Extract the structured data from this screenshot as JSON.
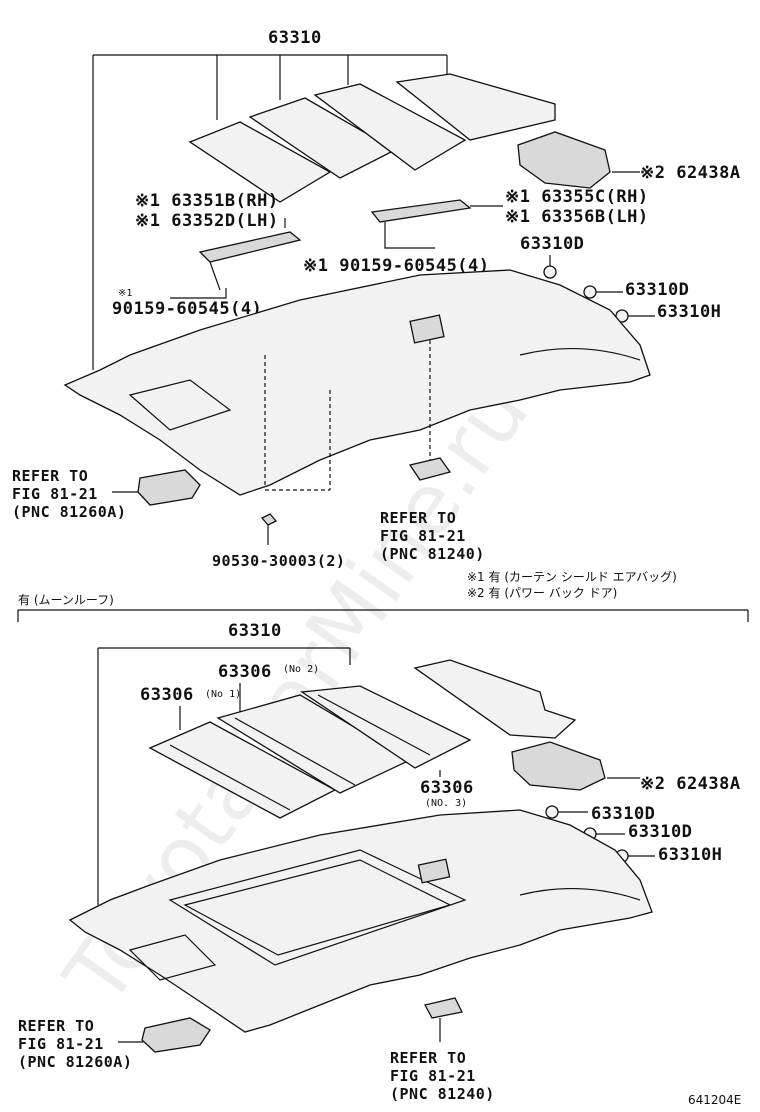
{
  "watermark": "ToyotaCarMine.ru",
  "top_section": {
    "callout_63310": "63310",
    "callout_62438A": "※2 62438A",
    "callout_63351B": "※1 63351B(RH)",
    "callout_63352D": "※1 63352D(LH)",
    "callout_63355C": "※1 63355C(RH)",
    "callout_63356B": "※1 63356B(LH)",
    "callout_63310D_a": "63310D",
    "callout_63310D_b": "63310D",
    "callout_63310H": "63310H",
    "callout_90159_right": "※1 90159-60545(4)",
    "callout_90159_left_note": "※1",
    "callout_90159_left": "90159-60545(4)",
    "refer_left": [
      "REFER TO",
      "FIG 81-21",
      "(PNC 81260A)"
    ],
    "refer_center": [
      "REFER TO",
      "FIG 81-21",
      "(PNC 81240)"
    ],
    "callout_90530": "90530-30003(2)",
    "note_1": "※1 有 (カーテン シールド エアバッグ)",
    "note_2": "※2 有 (パワー バック ドア)"
  },
  "section_divider_label": "有 (ムーンルーフ)",
  "bottom_section": {
    "callout_63310": "63310",
    "callout_63306_no2": "63306",
    "callout_63306_no2_sub": "(No 2)",
    "callout_63306_no1": "63306",
    "callout_63306_no1_sub": "(No 1)",
    "callout_63306_no3": "63306",
    "callout_63306_no3_sub": "(NO. 3)",
    "callout_62438A": "※2 62438A",
    "callout_63310D_a": "63310D",
    "callout_63310D_b": "63310D",
    "callout_63310H": "63310H",
    "refer_left": [
      "REFER TO",
      "FIG 81-21",
      "(PNC 81260A)"
    ],
    "refer_center": [
      "REFER TO",
      "FIG 81-21",
      "(PNC 81240)"
    ]
  },
  "figure_code": "641204E"
}
